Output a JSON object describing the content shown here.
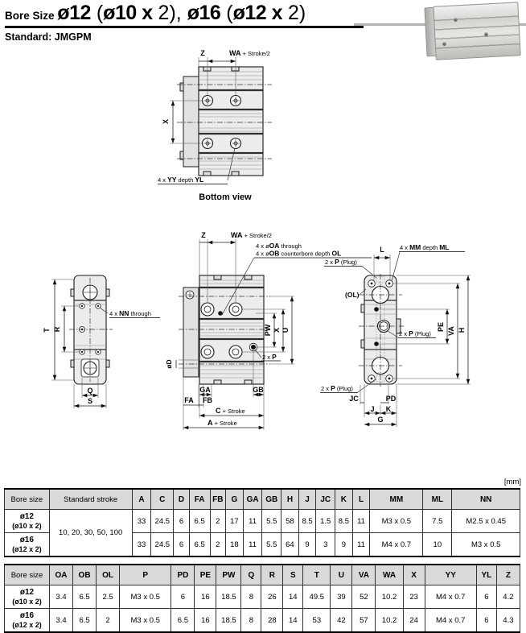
{
  "header": {
    "bore_size_label": "Bore Size",
    "t1": "ø12",
    "t2": " (",
    "t3": "ø10 x",
    "t4": " 2), ",
    "t5": "ø16",
    "t6": " (",
    "t7": "ø12 x",
    "t8": " 2)",
    "subtitle": "Standard: JMGPM"
  },
  "unit_label": "[mm]",
  "drawings": {
    "bottom_view": {
      "caption": "Bottom view",
      "z": "Z",
      "wa": "WA",
      "wa_suffix": " + Stroke/2",
      "x": "X",
      "yy_pre": "4 x ",
      "yy_b1": "YY",
      "yy_mid": " depth ",
      "yy_b2": "YL"
    },
    "side_view": {
      "t": "T",
      "r": "R",
      "q": "Q",
      "s": "S",
      "nn_pre": "4 x ",
      "nn_b": "NN",
      "nn_post": " through"
    },
    "front_view": {
      "z": "Z",
      "wa": "WA",
      "wa_suffix": " + Stroke/2",
      "oa_pre": "4 x ø",
      "oa_b": "OA",
      "oa_post": " through",
      "ob_pre": "4 x ø",
      "ob_b": "OB",
      "ob_mid": " counterbore depth ",
      "ob_b2": "OL",
      "d": "øD",
      "pw": "PW",
      "x": "X",
      "u": "U",
      "p_pre": "2 x ",
      "p_b": "P",
      "ga": "GA",
      "gb": "GB",
      "fa": "FA",
      "fb": "FB",
      "c": "C",
      "c_suffix": " + Stroke",
      "a": "A",
      "a_suffix": " + Stroke"
    },
    "port_view": {
      "l": "L",
      "mm_pre": "4 x ",
      "mm_b1": "MM",
      "mm_mid": " depth ",
      "mm_b2": "ML",
      "plug_pre": "2 x ",
      "plug_b": "P",
      "plug_post": " (Plug)",
      "ol": "(OL)",
      "pe": "PE",
      "va": "VA",
      "h": "H",
      "jc": "JC",
      "pd": "PD",
      "j": "J",
      "k": "K",
      "g": "G"
    }
  },
  "table1": {
    "headers": [
      "Bore size",
      "Standard stroke",
      "A",
      "C",
      "D",
      "FA",
      "FB",
      "G",
      "GA",
      "GB",
      "H",
      "J",
      "JC",
      "K",
      "L",
      "MM",
      "ML",
      "NN"
    ],
    "stroke": "10, 20, 30, 50, 100",
    "rows": [
      {
        "bore1": "ø12",
        "bore2": "(ø10 x 2)",
        "v": [
          "33",
          "24.5",
          "6",
          "6.5",
          "2",
          "17",
          "11",
          "5.5",
          "58",
          "8.5",
          "1.5",
          "8.5",
          "11",
          "M3 x 0.5",
          "7.5",
          "M2.5 x 0.45"
        ]
      },
      {
        "bore1": "ø16",
        "bore2": "(ø12 x 2)",
        "v": [
          "33",
          "24.5",
          "6",
          "6.5",
          "2",
          "18",
          "11",
          "5.5",
          "64",
          "9",
          "3",
          "9",
          "11",
          "M4 x 0.7",
          "10",
          "M3 x 0.5"
        ]
      }
    ]
  },
  "table2": {
    "headers": [
      "Bore size",
      "OA",
      "OB",
      "OL",
      "P",
      "PD",
      "PE",
      "PW",
      "Q",
      "R",
      "S",
      "T",
      "U",
      "VA",
      "WA",
      "X",
      "YY",
      "YL",
      "Z"
    ],
    "rows": [
      {
        "bore1": "ø12",
        "bore2": "(ø10 x 2)",
        "v": [
          "3.4",
          "6.5",
          "2.5",
          "M3 x 0.5",
          "6",
          "16",
          "18.5",
          "8",
          "26",
          "14",
          "49.5",
          "39",
          "52",
          "10.2",
          "23",
          "M4 x 0.7",
          "6",
          "4.2"
        ]
      },
      {
        "bore1": "ø16",
        "bore2": "(ø12 x 2)",
        "v": [
          "3.4",
          "6.5",
          "2",
          "M3 x 0.5",
          "6.5",
          "16",
          "18.5",
          "8",
          "28",
          "14",
          "53",
          "42",
          "57",
          "10.2",
          "24",
          "M4 x 0.7",
          "6",
          "4.3"
        ]
      }
    ]
  }
}
